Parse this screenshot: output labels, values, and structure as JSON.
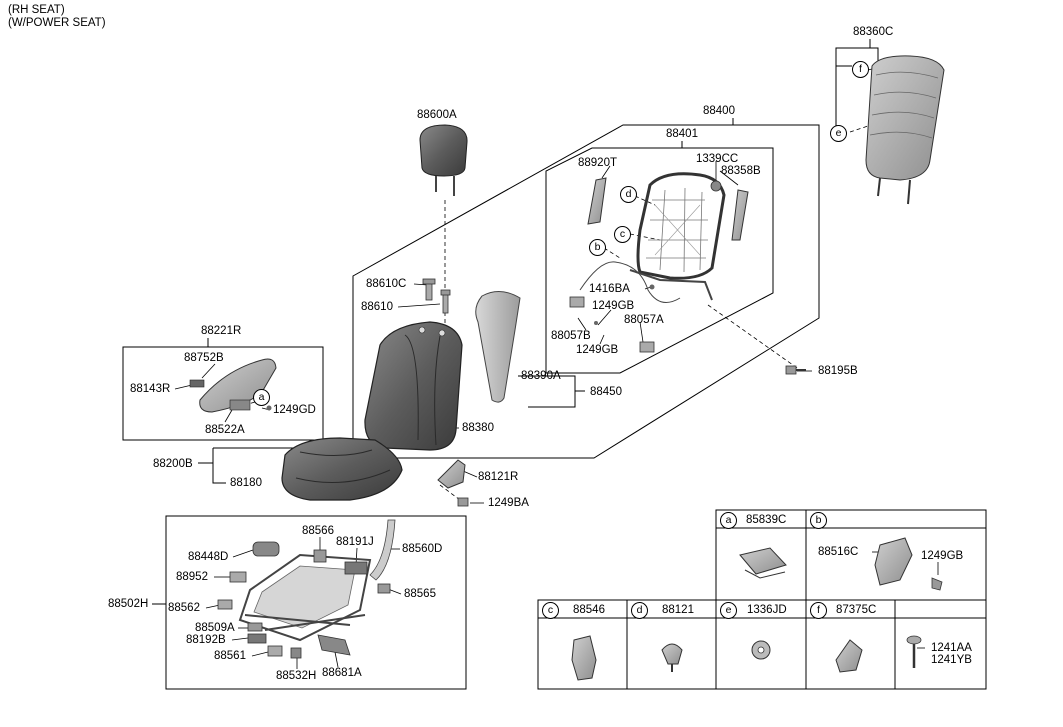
{
  "header": {
    "line1": "(RH SEAT)",
    "line2": "(W/POWER SEAT)"
  },
  "parts": {
    "p88360C": "88360C",
    "p88400": "88400",
    "p88401": "88401",
    "p88600A": "88600A",
    "p88920T": "88920T",
    "p1339CC": "1339CC",
    "p88358B": "88358B",
    "p1416BA": "1416BA",
    "p1249GB_a": "1249GB",
    "p88057B": "88057B",
    "p88057A": "88057A",
    "p1249GB_b": "1249GB",
    "p88610C": "88610C",
    "p88610": "88610",
    "p88390A": "88390A",
    "p88450": "88450",
    "p88380": "88380",
    "p88195B": "88195B",
    "p88221R": "88221R",
    "p88752B": "88752B",
    "p88143R": "88143R",
    "p1249GD": "1249GD",
    "p88522A": "88522A",
    "p88200B": "88200B",
    "p88180": "88180",
    "p88121R": "88121R",
    "p1249BA": "1249BA",
    "p88566": "88566",
    "p88191J": "88191J",
    "p88560D": "88560D",
    "p88448D": "88448D",
    "p88952": "88952",
    "p88565": "88565",
    "p88502H": "88502H",
    "p88562": "88562",
    "p88509A": "88509A",
    "p88192B": "88192B",
    "p88561": "88561",
    "p88532H": "88532H",
    "p88681A": "88681A"
  },
  "callouts": {
    "a": "a",
    "b": "b",
    "c": "c",
    "d": "d",
    "e": "e",
    "f": "f"
  },
  "legend": {
    "a": {
      "letter": "a",
      "part": "85839C"
    },
    "b": {
      "letter": "b",
      "part": "88516C",
      "part2": "1249GB"
    },
    "c": {
      "letter": "c",
      "part": "88546"
    },
    "d": {
      "letter": "d",
      "part": "88121"
    },
    "e": {
      "letter": "e",
      "part": "1336JD"
    },
    "f": {
      "letter": "f",
      "part": "87375C"
    },
    "g": {
      "part1": "1241AA",
      "part2": "1241YB"
    }
  }
}
